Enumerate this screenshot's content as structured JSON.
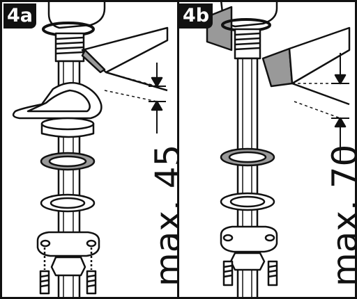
{
  "panels": [
    {
      "id": "4a",
      "badge": "4a",
      "label": "max. 45"
    },
    {
      "id": "4b",
      "badge": "4b",
      "label": "max. 70"
    }
  ]
}
